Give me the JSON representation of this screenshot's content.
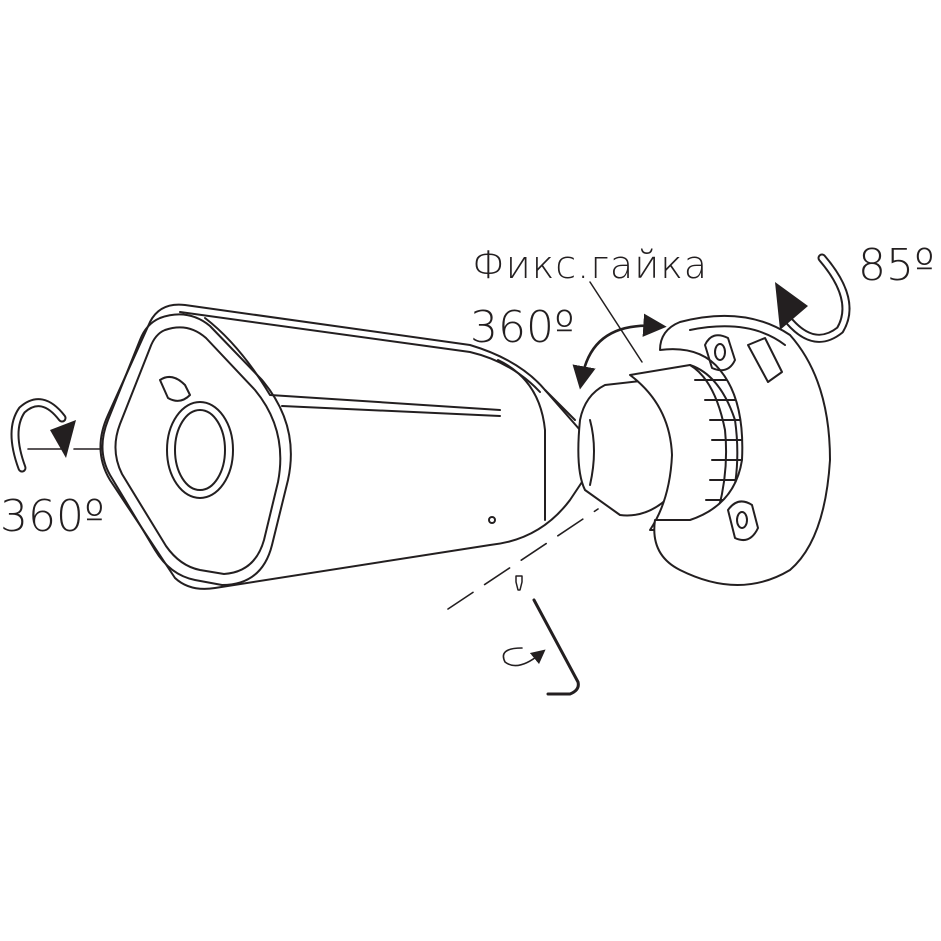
{
  "labels": {
    "lock_nut": "Фикс.гайка",
    "pan_angle": "360º",
    "tilt_angle": "85º",
    "rotation_angle": "360º"
  },
  "colors": {
    "line": "#231f20",
    "background": "#ffffff"
  },
  "icons": {
    "pan": "curved-double-arrow-icon",
    "tilt": "curved-arrow-icon",
    "rotation": "curved-arrow-icon",
    "hex_key": "hex-key-icon"
  }
}
